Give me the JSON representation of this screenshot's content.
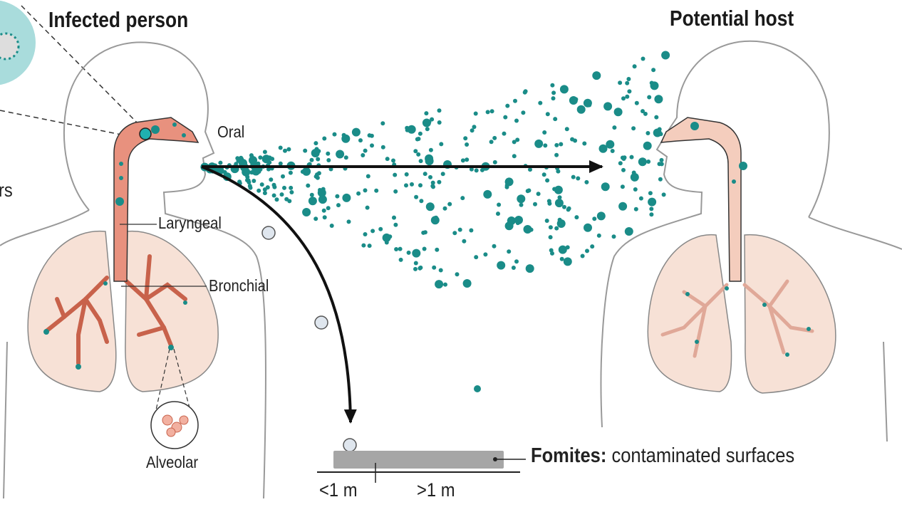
{
  "titles": {
    "infected": "Infected person",
    "host": "Potential host"
  },
  "labels": {
    "oral": "Oral",
    "laryngeal": "Laryngeal",
    "bronchial": "Bronchial",
    "alveolar": "Alveolar",
    "cropped_left": "rs"
  },
  "fomites": {
    "term": "Fomites:",
    "description": "contaminated surfaces"
  },
  "distance": {
    "near": "<1 m",
    "far": ">1 m"
  },
  "colors": {
    "droplet": "#1a8c88",
    "airway": "#e8917e",
    "lung": "#f7e1d6",
    "surface": "#a6a6a6",
    "large_droplet": "#dfe6ee"
  }
}
